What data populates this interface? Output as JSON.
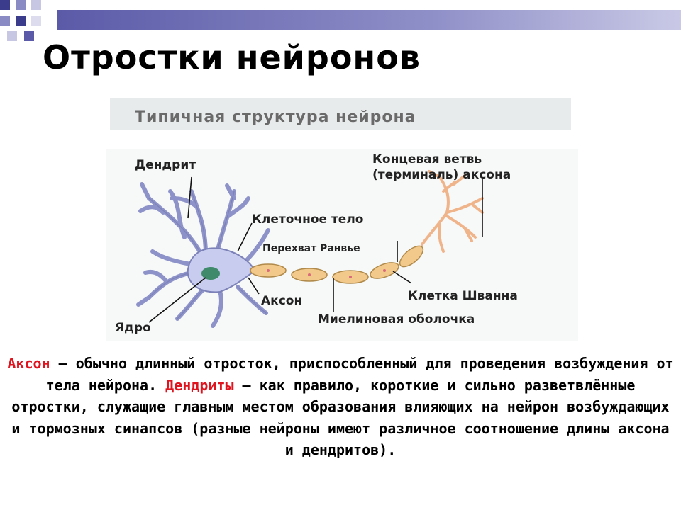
{
  "slide": {
    "title": "Отростки нейронов"
  },
  "diagram": {
    "banner": "Типичная структура нейрона",
    "labels": {
      "dendrite": "Дендрит",
      "terminal_line1": "Концевая ветвь",
      "terminal_line2": "(терминаль) аксона",
      "cell_body": "Клеточное тело",
      "node_ranvier": "Перехват Ранвье",
      "schwann_cell": "Клетка Шванна",
      "axon": "Аксон",
      "myelin": "Миелиновая оболочка",
      "nucleus": "Ядро"
    }
  },
  "caption": {
    "axon_term": "Аксон",
    "text1": " — обычно длинный отросток, приспособленный для проведения возбуждения от тела нейрона. ",
    "dendrites_term": "Дендриты",
    "text2": " — как правило, короткие и сильно разветвлённые отростки, служащие главным местом образования влияющих на нейрон возбуждающих и тормозных синапсов (разные нейроны имеют различное соотношение длины аксона и дендритов)."
  },
  "colors": {
    "accent_red": "#e0141e",
    "neuron_fill": "#c8cdf0",
    "neuron_stroke": "#7c82b8",
    "myelin": "#f2c98a",
    "nucleus": "#3f8a6a"
  }
}
